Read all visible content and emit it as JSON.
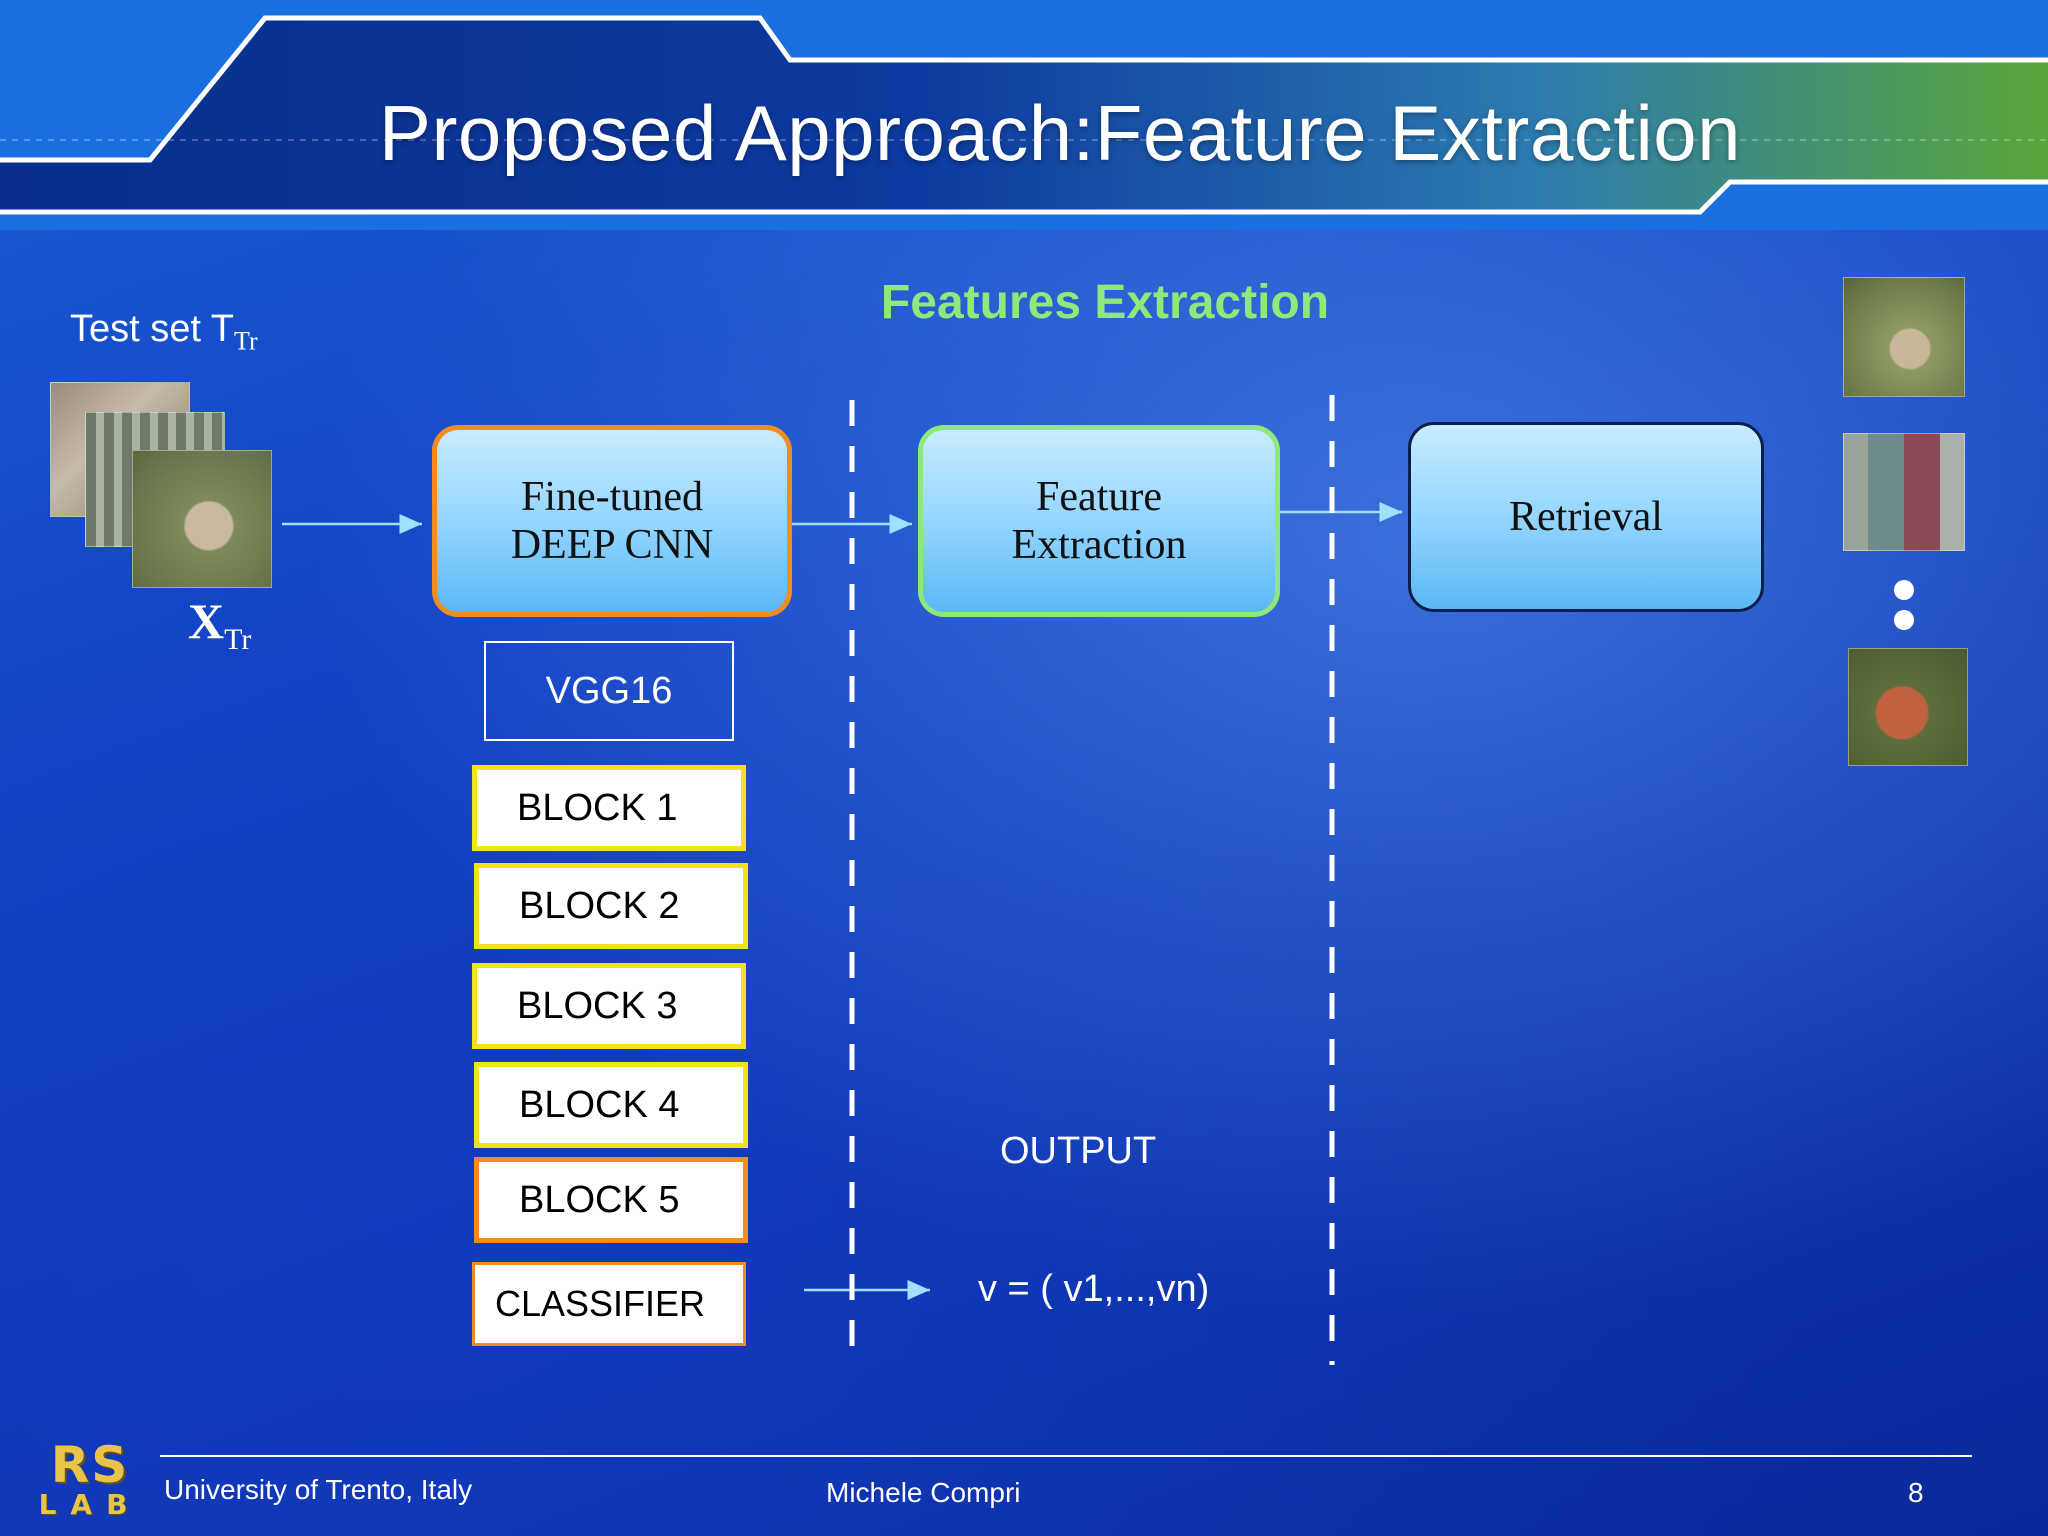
{
  "slide": {
    "title": "Proposed Approach:Feature Extraction",
    "section_title": "Features Extraction",
    "page_number": "8"
  },
  "input": {
    "test_set_label": "Test set T",
    "test_set_subscript": "Tr",
    "x_label": "X",
    "x_subscript": "Tr"
  },
  "pipeline": {
    "box1": "Fine-tuned DEEP CNN",
    "box1_line1": "Fine-tuned",
    "box1_line2": "DEEP CNN",
    "box2_line1": "Feature",
    "box2_line2": "Extraction",
    "box3": "Retrieval"
  },
  "network": {
    "name": "VGG16",
    "blocks": [
      "BLOCK 1",
      "BLOCK 2",
      "BLOCK 3",
      "BLOCK 4",
      "BLOCK 5",
      "CLASSIFIER"
    ]
  },
  "output": {
    "label": "OUTPUT",
    "vector": "v = ( v1,...,vn)"
  },
  "footer": {
    "university": "University of Trento, Italy",
    "author": "Michele Compri",
    "logo_top": "RS",
    "logo_bottom": "LAB"
  },
  "colors": {
    "orange_border": "#f28c1e",
    "green_border": "#8ee87a",
    "yellow_border": "#f2e21a",
    "section_title": "#8ee87a"
  }
}
